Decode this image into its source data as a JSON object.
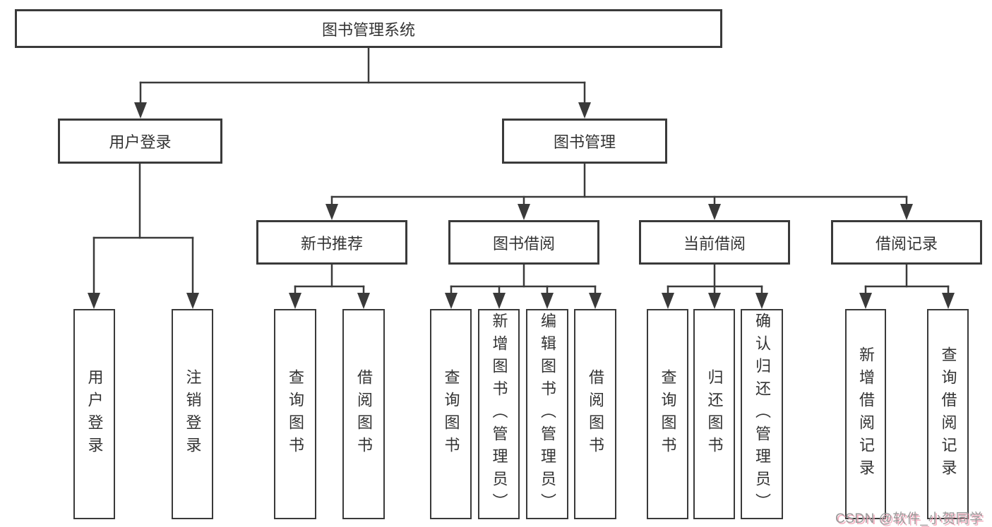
{
  "diagram": {
    "root": "图书管理系统",
    "level2": [
      "用户登录",
      "图书管理"
    ],
    "level3": [
      "新书推荐",
      "图书借阅",
      "当前借阅",
      "借阅记录"
    ],
    "leaves": {
      "user_login": [
        "用户登录",
        "注销登录"
      ],
      "new_books": [
        "查询图书",
        "借阅图书"
      ],
      "book_borrow": [
        "查询图书",
        "新增图书（管理员）",
        "编辑图书（管理员）",
        "借阅图书"
      ],
      "current_borrow": [
        "查询图书",
        "归还图书",
        "确认归还（管理员）"
      ],
      "borrow_records": [
        "新增借阅记录",
        "查询借阅记录"
      ]
    }
  },
  "watermark": "CSDN @软件_小贺同学",
  "colors": {
    "line": "#3a3a3a",
    "text": "#333333",
    "background": "#ffffff",
    "watermark_text": "#9a9a9a",
    "watermark_shadow": "#f0a0b4"
  }
}
